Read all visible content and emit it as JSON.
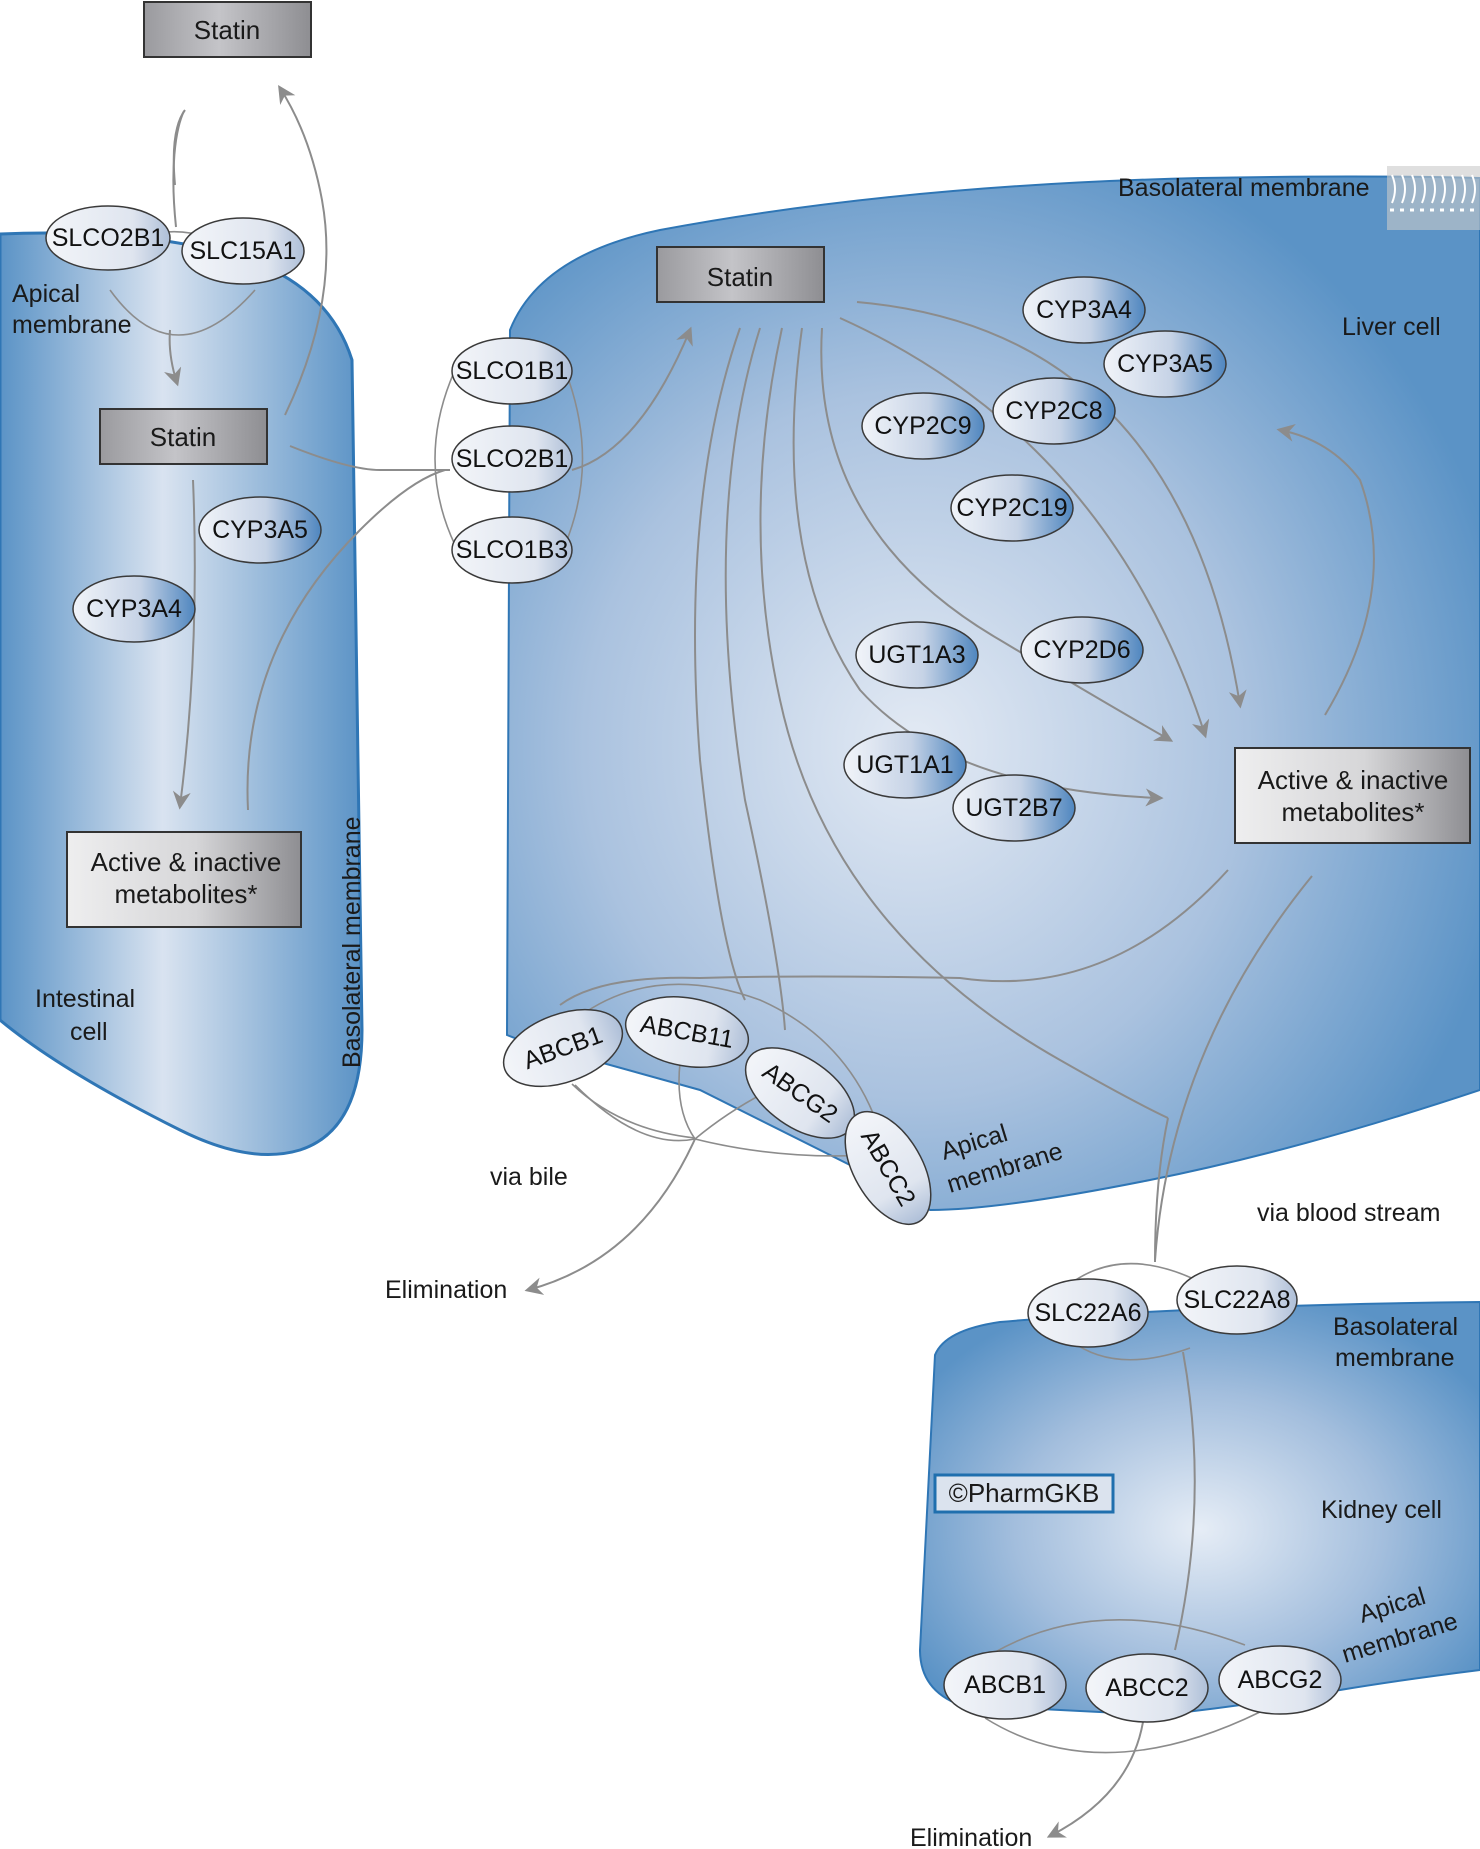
{
  "title": "Statin pathway (pharmacokinetics)",
  "colors": {
    "cell_fill": "#5b93c6",
    "cell_light": "#dde6f1",
    "cell_edge": "#2f76b5",
    "arrow": "#8c8c8c",
    "box_fill": "#a9a9ad",
    "enzyme_fill": "#e4e9f2"
  },
  "top_statin": "Statin",
  "intestinal": {
    "cell_label": [
      "Intestinal",
      "cell"
    ],
    "apical_label": [
      "Apical",
      "membrane"
    ],
    "basolateral_label": "Basolateral membrane",
    "statin": "Statin",
    "metabolites": [
      "Active & inactive",
      "metabolites*"
    ],
    "transporters": [
      "SLCO2B1",
      "SLC15A1"
    ],
    "enzymes": [
      "CYP3A5",
      "CYP3A4"
    ]
  },
  "hepatic_uptake": [
    "SLCO1B1",
    "SLCO2B1",
    "SLCO1B3"
  ],
  "liver": {
    "cell_label": "Liver cell",
    "basolateral_label": "Basolateral membrane",
    "apical_label": [
      "Apical",
      "membrane"
    ],
    "statin": "Statin",
    "metabolites": [
      "Active & inactive",
      "metabolites*"
    ],
    "enzymes": [
      "CYP3A4",
      "CYP3A5",
      "CYP2C8",
      "CYP2C9",
      "CYP2C19",
      "UGT1A3",
      "CYP2D6",
      "UGT1A1",
      "UGT2B7"
    ],
    "efflux": [
      "ABCB1",
      "ABCB11",
      "ABCG2",
      "ABCC2"
    ]
  },
  "via_bile": "via bile",
  "via_blood": "via blood stream",
  "elimination_bile": "Elimination",
  "kidney": {
    "cell_label": "Kidney cell",
    "basolateral_label": [
      "Basolateral",
      "membrane"
    ],
    "apical_label": [
      "Apical",
      "membrane"
    ],
    "uptake": [
      "SLC22A6",
      "SLC22A8"
    ],
    "efflux": [
      "ABCB1",
      "ABCC2",
      "ABCG2"
    ],
    "copyright": "©PharmGKB"
  },
  "elimination_urine": "Elimination"
}
